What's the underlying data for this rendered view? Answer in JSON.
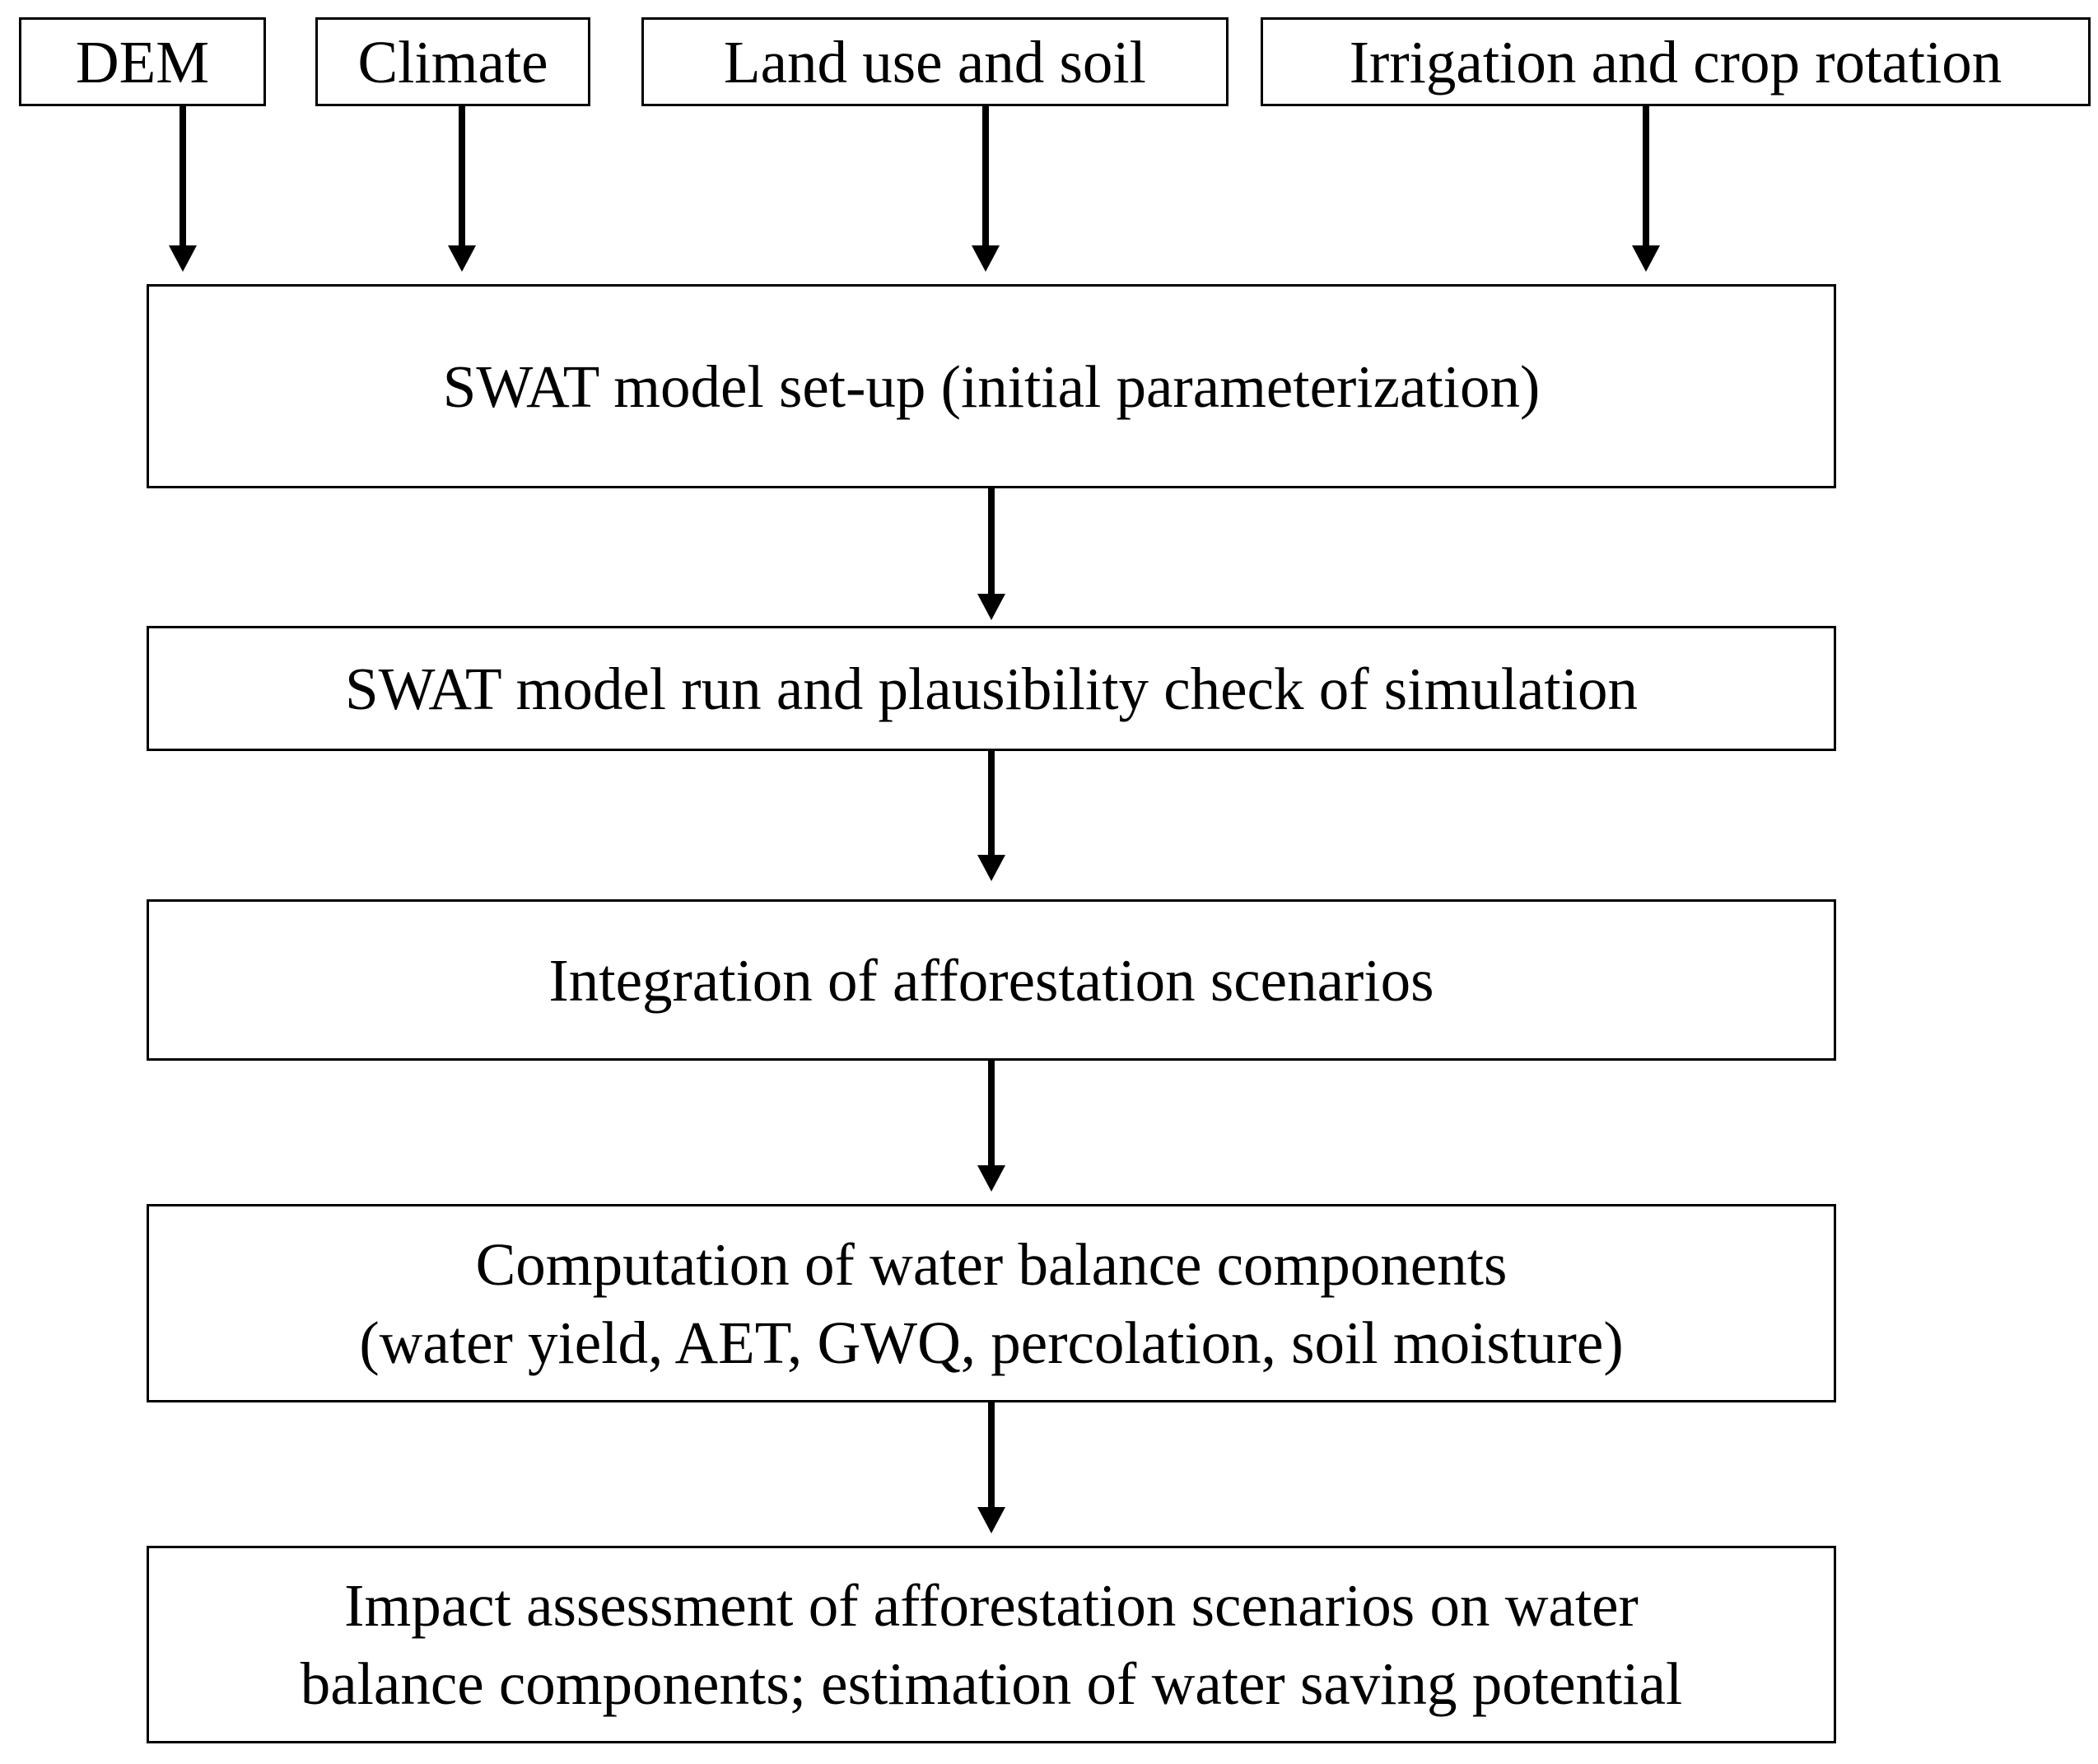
{
  "figure": {
    "colors": {
      "background": "#ffffff",
      "box_fill": "#ffffff",
      "line": "#000000",
      "text": "#000000"
    },
    "inputs": [
      {
        "label": "DEM"
      },
      {
        "label": "Climate"
      },
      {
        "label": "Land use and soil"
      },
      {
        "label": "Irrigation and crop rotation"
      }
    ],
    "steps": [
      {
        "lines": [
          "SWAT model set-up (initial parameterization)"
        ]
      },
      {
        "lines": [
          "SWAT model run and plausibility check of simulation"
        ]
      },
      {
        "lines": [
          "Integration of afforestation scenarios"
        ]
      },
      {
        "lines": [
          "Computation of water balance components",
          "(water yield, AET, GWQ, percolation, soil moisture)"
        ]
      },
      {
        "lines": [
          "Impact assessment of afforestation scenarios on water",
          "balance components; estimation of water saving potential"
        ]
      }
    ]
  }
}
